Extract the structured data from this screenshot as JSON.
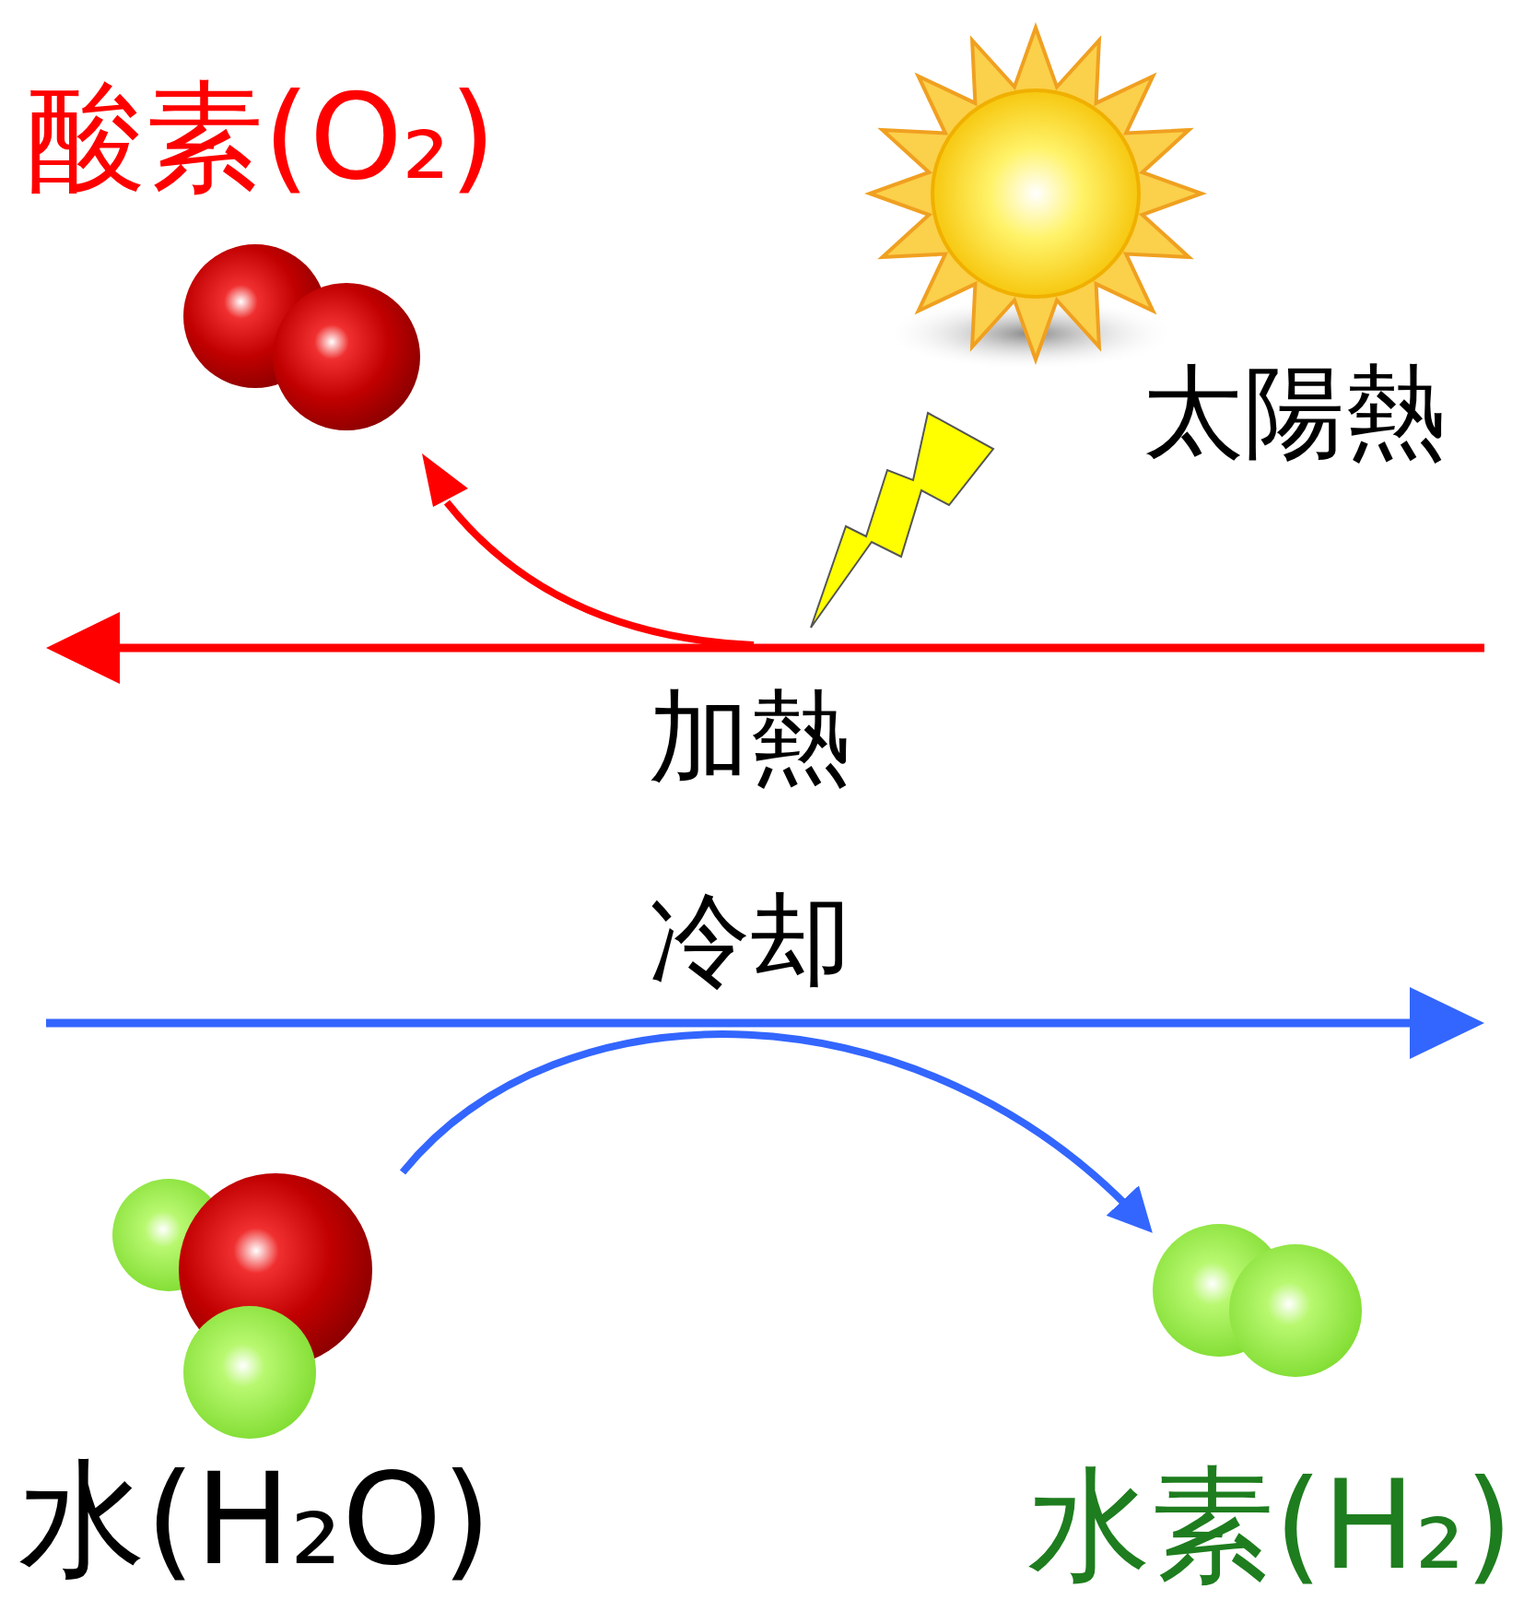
{
  "diagram": {
    "nodes": [
      {
        "text": [
          "酸素(O₂)"
        ]
      },
      {
        "text": [
          "太陽熱"
        ]
      },
      {
        "text": [
          "水(H₂O)"
        ]
      },
      {
        "text": [
          "水素(H₂)"
        ]
      }
    ],
    "edges": [
      {
        "from": 2,
        "to": 3,
        "arrow": "to"
      }
    ],
    "labels": [
      "加熱",
      "冷却"
    ]
  }
}
